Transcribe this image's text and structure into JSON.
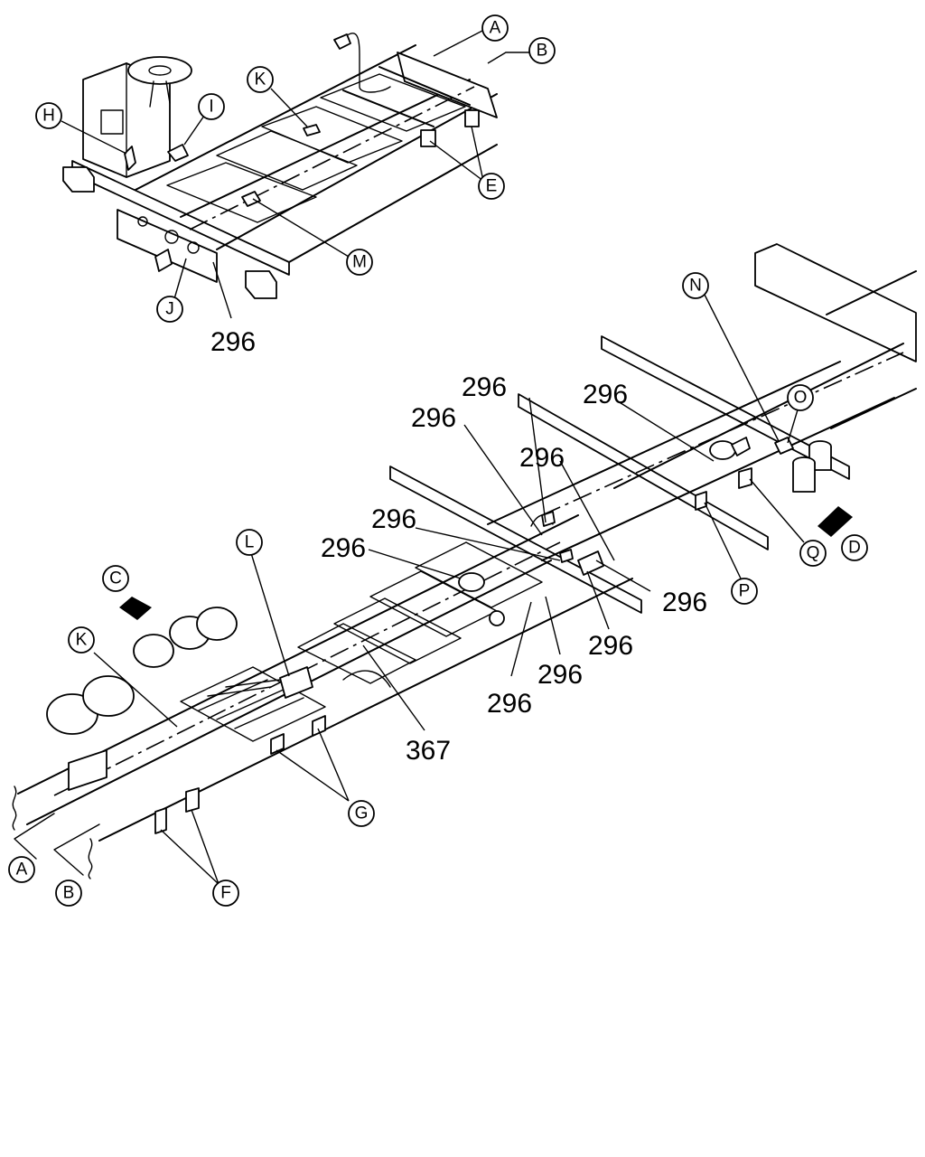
{
  "callouts": {
    "A_top": "A",
    "B_top": "B",
    "E": "E",
    "H": "H",
    "I": "I",
    "J": "J",
    "K_top": "K",
    "M": "M",
    "N": "N",
    "O": "O",
    "P": "P",
    "Q": "Q",
    "D": "D",
    "C": "C",
    "L": "L",
    "K_bottom": "K",
    "G": "G",
    "F": "F",
    "A_bottom": "A",
    "B_bottom": "B"
  },
  "part_numbers": {
    "p296_top": "296",
    "p296_a": "296",
    "p296_b": "296",
    "p296_c": "296",
    "p296_d": "296",
    "p296_e": "296",
    "p296_f": "296",
    "p296_g": "296",
    "p296_h": "296",
    "p296_i": "296",
    "p296_j": "296",
    "p367": "367"
  },
  "colors": {
    "line": "#000000",
    "background": "#ffffff"
  }
}
